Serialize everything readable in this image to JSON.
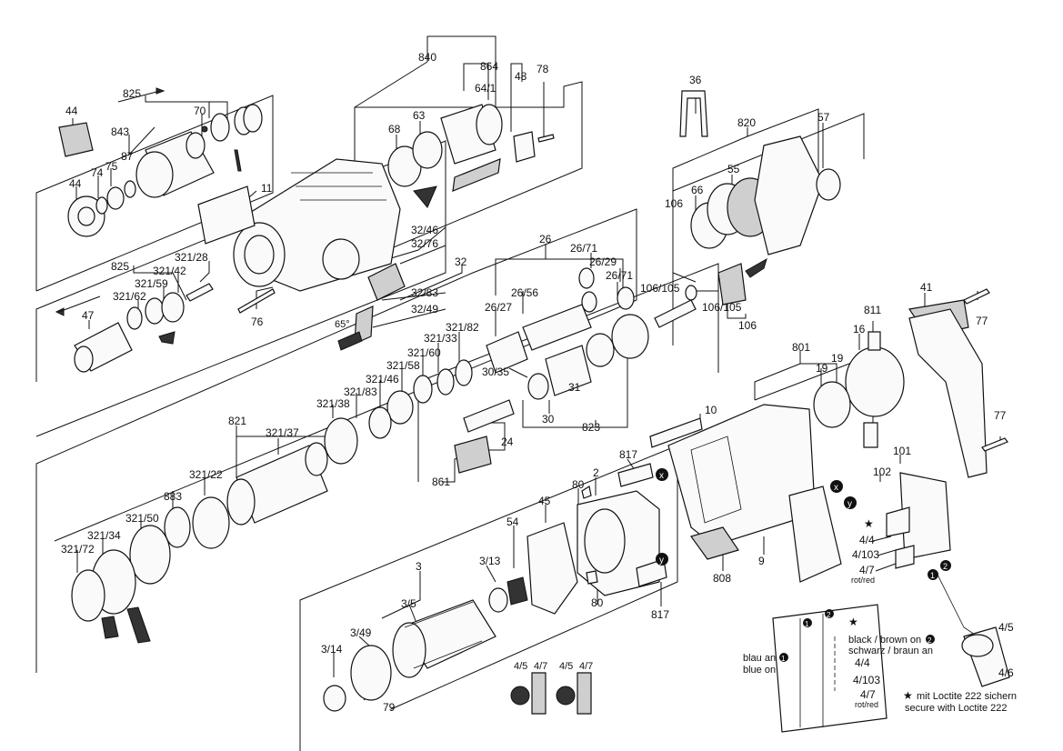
{
  "labels": {
    "p840": "840",
    "p864": "864",
    "p64_1": "64/1",
    "p48": "48",
    "p78": "78",
    "p825a": "825",
    "p44a": "44",
    "p843": "843",
    "p70": "70",
    "p87": "87",
    "p75": "75",
    "p74": "74",
    "p44b": "44",
    "p68": "68",
    "p63": "63",
    "p11": "11",
    "p32_46": "32/46",
    "p32_76": "32/76",
    "p32": "32",
    "p32_83": "32/83",
    "p32_49": "32/49",
    "p65deg": "65°",
    "p76": "76",
    "p825b": "825",
    "p321_28": "321/28",
    "p321_42": "321/42",
    "p321_59": "321/59",
    "p321_62": "321/62",
    "p47": "47",
    "p36": "36",
    "p820": "820",
    "p57": "57",
    "p55": "55",
    "p66": "66",
    "p106a": "106",
    "p106_105a": "106/105",
    "p106_105b": "106/105",
    "p106b": "106",
    "p26": "26",
    "p26_71a": "26/71",
    "p26_29": "26/29",
    "p26_71b": "26/71",
    "p26_56": "26/56",
    "p26_27": "26/27",
    "p30_35": "30/35",
    "p31": "31",
    "p30": "30",
    "p823": "823",
    "p24": "24",
    "p321_82": "321/82",
    "p321_33": "321/33",
    "p321_60": "321/60",
    "p321_58": "321/58",
    "p321_46": "321/46",
    "p321_83": "321/83",
    "p321_38": "321/38",
    "p821": "821",
    "p321_37": "321/37",
    "p321_22": "321/22",
    "p883": "883",
    "p321_50": "321/50",
    "p321_34": "321/34",
    "p321_72": "321/72",
    "p861": "861",
    "p41": "41",
    "p77a": "77",
    "p811": "811",
    "p16": "16",
    "p801": "801",
    "p19a": "19",
    "p19b": "19",
    "p10": "10",
    "p77b": "77",
    "p101": "101",
    "p817a": "817",
    "p2": "2",
    "p80a": "80",
    "p45": "45",
    "p54": "54",
    "p80b": "80",
    "p817b": "817",
    "p102": "102",
    "p9": "9",
    "p808": "808",
    "p4_4": "4/4",
    "p4_103": "4/103",
    "p4_7": "4/7",
    "p4_7_sub": "rot/red",
    "p4_5": "4/5",
    "p4_6": "4/6",
    "p3": "3",
    "p3_13": "3/13",
    "p3_5": "3/5",
    "p3_49": "3/49",
    "p3_14": "3/14",
    "p79": "79",
    "pb4_5a": "4/5",
    "pb4_7a": "4/7",
    "pb4_5b": "4/5",
    "pb4_7b": "4/7",
    "mark_x": "x",
    "mark_y": "y",
    "mark_1": "1",
    "mark_2": "2"
  },
  "wiring_legend": {
    "black_brown_en": "black / brown on",
    "black_brown_de": "schwarz / braun an",
    "blue_de": "blau an",
    "blue_en": "blue on",
    "w4_4": "4/4",
    "w4_103": "4/103",
    "w4_7": "4/7",
    "w4_7_sub": "rot/red"
  },
  "loctite_note": {
    "line1": "mit Loctite 222 sichern",
    "line2": "secure with Loctite 222"
  },
  "colors": {
    "ink": "#111111",
    "grey_fill": "#cfcfcf",
    "background": "#ffffff"
  }
}
